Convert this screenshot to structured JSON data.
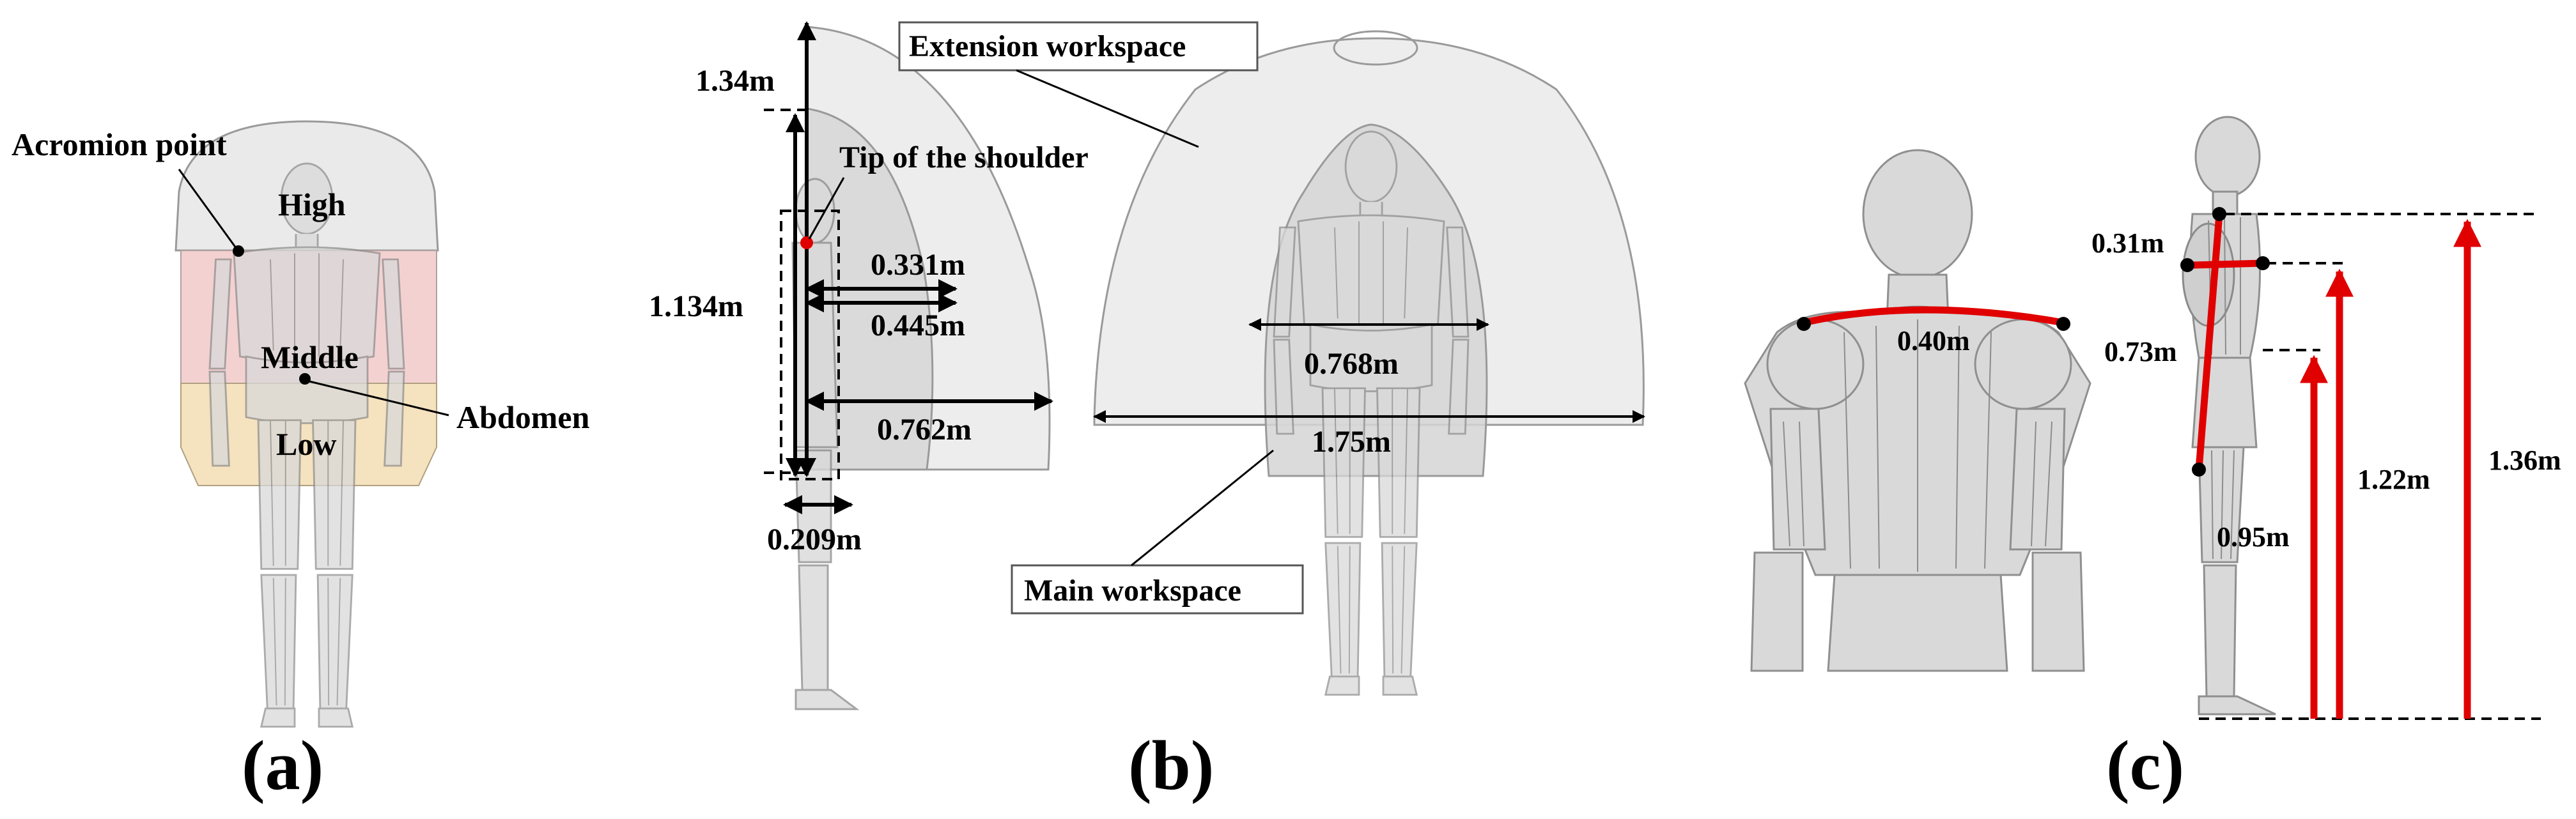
{
  "panel_a": {
    "caption": "(a)",
    "label_high": "High",
    "label_middle": "Middle",
    "label_low": "Low",
    "label_acromion": "Acromion point",
    "label_abdomen": "Abdomen",
    "color_high": "#e6e6e6",
    "color_middle": "#f2c9c9",
    "color_low": "#f3ddb3"
  },
  "panel_b": {
    "caption": "(b)",
    "dim_height_top": "1.34m",
    "dim_height_shoulder": "1.134m",
    "dim_reach_1": "0.331m",
    "dim_reach_2": "0.445m",
    "dim_reach_3": "0.762m",
    "dim_depth": "0.209m",
    "dim_main_width": "0.768m",
    "dim_ext_width": "1.75m",
    "label_tip": "Tip of the shoulder",
    "label_extension": "Extension workspace",
    "label_main": "Main workspace"
  },
  "panel_c": {
    "caption": "(c)",
    "dim_shoulder_width": "0.40m",
    "dim_031": "0.31m",
    "dim_073": "0.73m",
    "dim_095": "0.95m",
    "dim_122": "1.22m",
    "dim_136": "1.36m",
    "accent_color": "#e00000"
  }
}
